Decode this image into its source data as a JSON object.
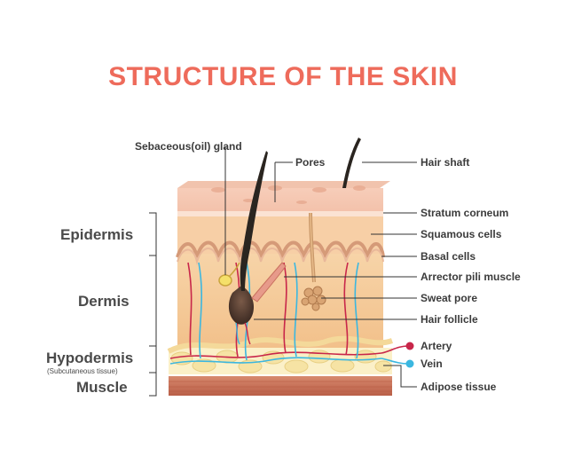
{
  "title": "STRUCTURE OF THE SKIN",
  "layers": {
    "epidermis": "Epidermis",
    "dermis": "Dermis",
    "hypodermis": "Hypodermis",
    "hypodermis_sub": "(Subcutaneous tissue)",
    "muscle": "Muscle"
  },
  "labels": {
    "sebaceous_gland": "Sebaceous(oil) gland",
    "pores": "Pores",
    "hair_shaft": "Hair shaft",
    "stratum_corneum": "Stratum corneum",
    "squamous_cells": "Squamous cells",
    "basal_cells": "Basal cells",
    "arrector_pili": "Arrector pili muscle",
    "sweat_pore": "Sweat pore",
    "hair_follicle": "Hair follicle",
    "artery": "Artery",
    "vein": "Vein",
    "adipose_tissue": "Adipose tissue"
  },
  "colors": {
    "title": "#ee6b5b",
    "artery": "#c8264a",
    "vein": "#3bb7e0",
    "hair": "#2a2520",
    "leader_line": "#333333"
  }
}
